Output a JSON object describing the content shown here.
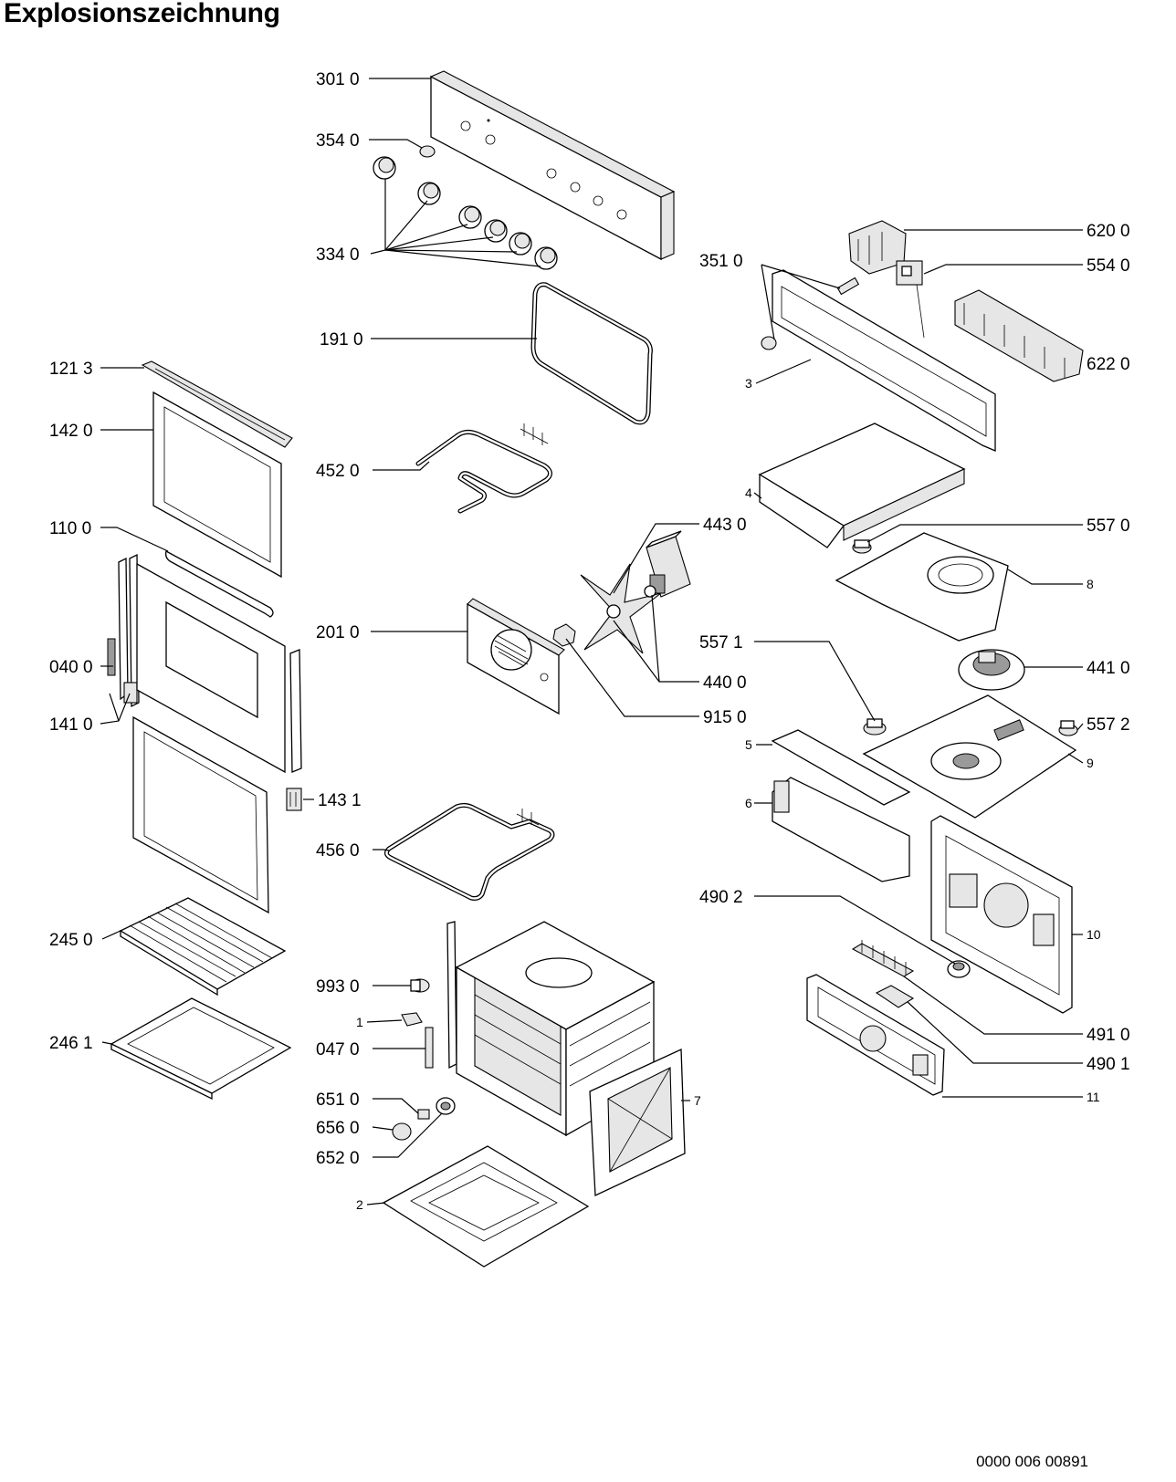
{
  "title": "Explosionszeichnung",
  "document_number": "0000 006 00891",
  "parts": [
    {
      "id": "p3010",
      "label": "301 0"
    },
    {
      "id": "p3540",
      "label": "354 0"
    },
    {
      "id": "p3340",
      "label": "334 0"
    },
    {
      "id": "p1910",
      "label": "191 0"
    },
    {
      "id": "p1213",
      "label": "121 3"
    },
    {
      "id": "p1420",
      "label": "142 0"
    },
    {
      "id": "p4520",
      "label": "452 0"
    },
    {
      "id": "p1100",
      "label": "110 0"
    },
    {
      "id": "p0400",
      "label": "040 0"
    },
    {
      "id": "p1410",
      "label": "141 0"
    },
    {
      "id": "p2010",
      "label": "201 0"
    },
    {
      "id": "p4430",
      "label": "443 0"
    },
    {
      "id": "p4400",
      "label": "440 0"
    },
    {
      "id": "p9150",
      "label": "915 0"
    },
    {
      "id": "p1431",
      "label": "143 1"
    },
    {
      "id": "p4560",
      "label": "456 0"
    },
    {
      "id": "p2450",
      "label": "245 0"
    },
    {
      "id": "p2461",
      "label": "246 1"
    },
    {
      "id": "p9930",
      "label": "993 0"
    },
    {
      "id": "p1",
      "label": "1"
    },
    {
      "id": "p0470",
      "label": "047 0"
    },
    {
      "id": "p6510",
      "label": "651 0"
    },
    {
      "id": "p6560",
      "label": "656 0"
    },
    {
      "id": "p6520",
      "label": "652 0"
    },
    {
      "id": "p2",
      "label": "2"
    },
    {
      "id": "p7",
      "label": "7"
    },
    {
      "id": "p6200",
      "label": "620 0"
    },
    {
      "id": "p3510",
      "label": "351 0"
    },
    {
      "id": "p5540",
      "label": "554 0"
    },
    {
      "id": "p6220",
      "label": "622 0"
    },
    {
      "id": "p3",
      "label": "3"
    },
    {
      "id": "p4",
      "label": "4"
    },
    {
      "id": "p5570",
      "label": "557 0"
    },
    {
      "id": "p8",
      "label": "8"
    },
    {
      "id": "p5571",
      "label": "557 1"
    },
    {
      "id": "p4410",
      "label": "441 0"
    },
    {
      "id": "p5572",
      "label": "557 2"
    },
    {
      "id": "p5",
      "label": "5"
    },
    {
      "id": "p9",
      "label": "9"
    },
    {
      "id": "p6",
      "label": "6"
    },
    {
      "id": "p4902",
      "label": "490 2"
    },
    {
      "id": "p10",
      "label": "10"
    },
    {
      "id": "p4910",
      "label": "491 0"
    },
    {
      "id": "p4901",
      "label": "490 1"
    },
    {
      "id": "p11",
      "label": "11"
    }
  ]
}
